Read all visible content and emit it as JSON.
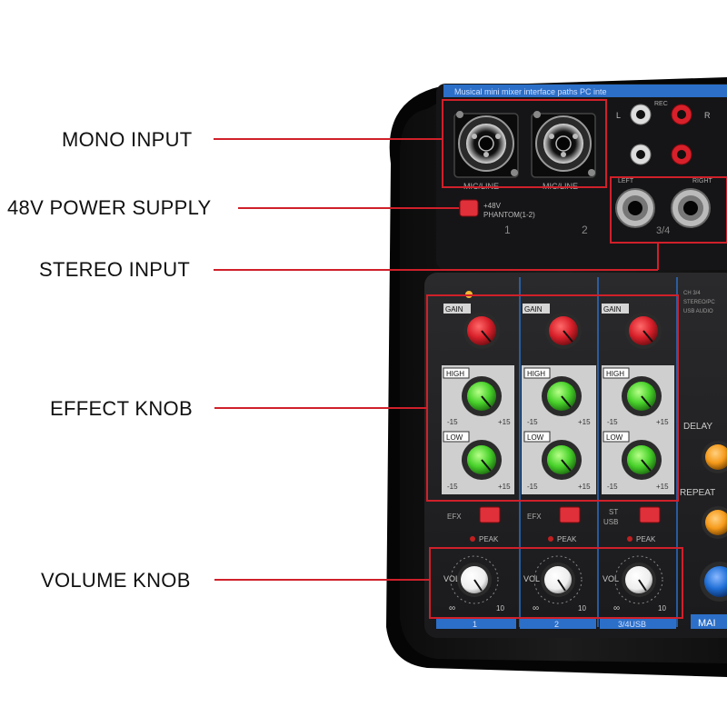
{
  "callouts": {
    "mono_input": "MONO INPUT",
    "power_supply": "48V POWER SUPPLY",
    "stereo_input": "STEREO INPUT",
    "effect_knob": "EFFECT KNOB",
    "volume_knob": "VOLUME KNOB"
  },
  "device": {
    "top_strip_text": "Musical mini mixer interface paths PC inte",
    "input_label": "MIC/LINE",
    "phantom_line1": "+48V",
    "phantom_line2": "PHANTOM(1-2)",
    "channel_numbers": [
      "1",
      "2"
    ],
    "stereo_pair_number": "3/4",
    "stereo_left": "LEFT",
    "stereo_right": "RIGHT",
    "rca_rec": "REC",
    "rca_l": "L",
    "rca_r": "R",
    "gain_label": "GAIN",
    "high_label": "HIGH",
    "low_label": "LOW",
    "eq_min": "-15",
    "eq_max": "+15",
    "efx_label": "EFX",
    "st_usb_top": "ST",
    "st_usb_bottom": "USB",
    "peak_label": "PEAK",
    "vol_label": "VOL",
    "vol_min": "∞",
    "vol_max": "10",
    "bottom_channels": [
      "1",
      "2",
      "3/4USB"
    ],
    "delay_label": "DELAY",
    "repeat_label": "REPEAT",
    "main_label": "MAI",
    "usb_note_1": "CH 3/4",
    "usb_note_2": "STEREO/PC",
    "usb_note_3": "USB AUDIO"
  },
  "colors": {
    "callout_line": "#d0202a",
    "gain_knob": "#d8202a",
    "eq_knob": "#49d22b",
    "vol_knob": "#ffffff",
    "delay_knob": "#f59a1a",
    "main_knob": "#1f6fd6",
    "accent_strip": "#2c6fc8"
  }
}
